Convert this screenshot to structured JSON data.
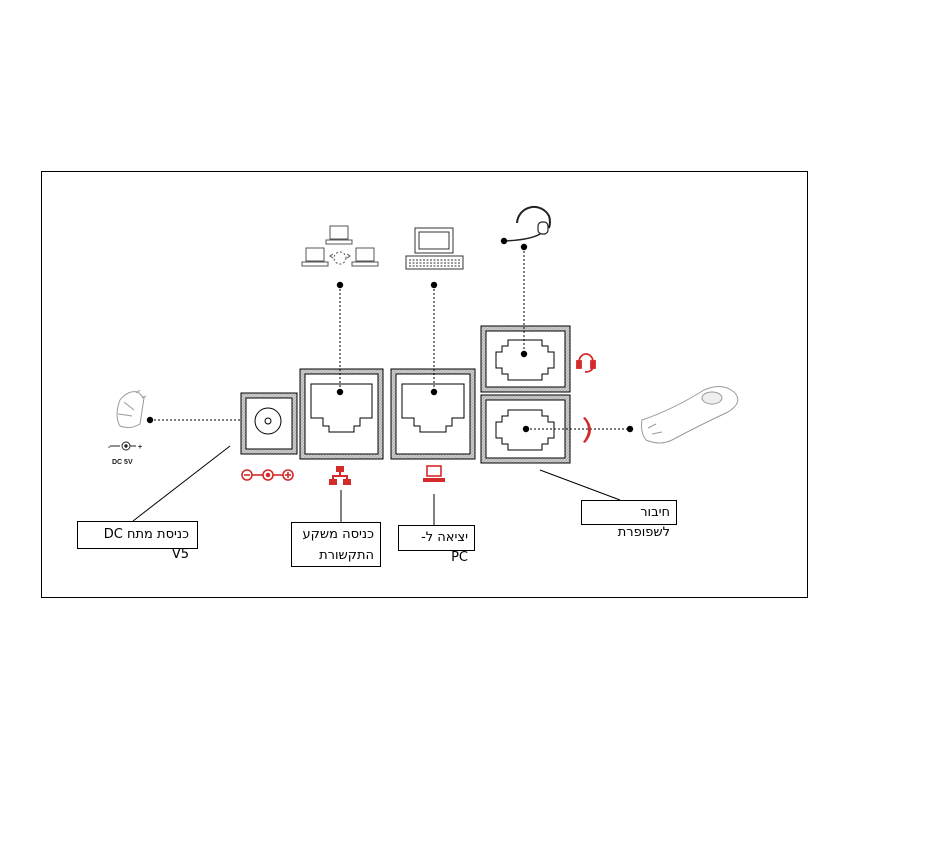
{
  "labels": {
    "dc_input": "כניסת מתח DC V5",
    "network_input": "כניסה משקע התקשורת",
    "pc_output": "יציאה ל-PC",
    "handset": "חיבור לשפופרת"
  },
  "adapter": {
    "polarity_left": "-",
    "polarity_right": "+",
    "voltage": "DC 5V"
  },
  "colors": {
    "accent": "#d42a2a",
    "line": "#000000"
  },
  "icons": [
    "power-adapter-icon",
    "network-computers-icon",
    "desktop-computer-icon",
    "headset-icon",
    "handset-icon",
    "dc-polarity-icon",
    "network-port-icon",
    "pc-port-icon",
    "headset-port-icon",
    "handset-port-icon"
  ]
}
